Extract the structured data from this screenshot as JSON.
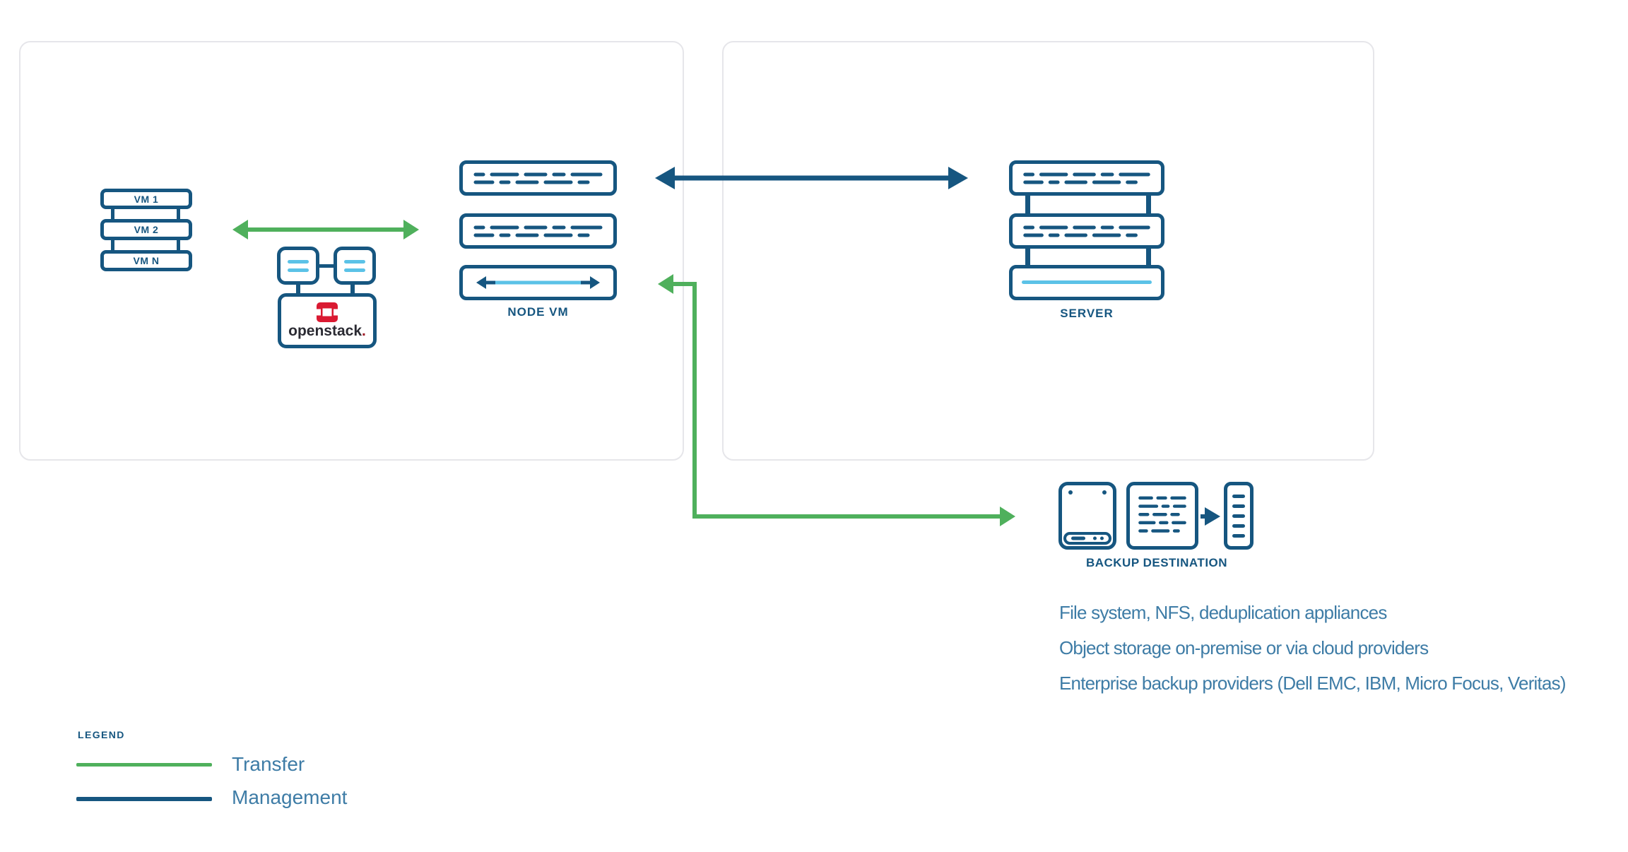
{
  "left_panel": {
    "vms": [
      "VM 1",
      "VM 2",
      "VM N"
    ],
    "openstack_label": "openstack",
    "openstack_dot": ".",
    "node_vm_label": "NODE VM"
  },
  "right_panel": {
    "server_label": "SERVER"
  },
  "backup": {
    "label": "BACKUP DESTINATION",
    "notes": [
      "File system, NFS, deduplication appliances",
      "Object storage on-premise or via cloud providers",
      "Enterprise backup providers (Dell EMC, IBM, Micro Focus, Veritas)"
    ]
  },
  "legend": {
    "title": "LEGEND",
    "items": [
      {
        "label": "Transfer",
        "color": "#4FB05C"
      },
      {
        "label": "Management",
        "color": "#165680"
      }
    ]
  },
  "icons": {
    "vm_stack": "stacked-vm-rack-icon",
    "openstack_cluster": "openstack-cluster-icon",
    "node_vm": "rack-with-dashed-rows-icon",
    "server": "rack-with-dashed-rows-icon",
    "backup_disk": "disk-drive-icon",
    "backup_data": "dashed-data-block-icon",
    "backup_tape": "tape-list-icon"
  },
  "colors": {
    "navy": "#165680",
    "green": "#4FB05C",
    "light_blue": "#5BC2E7",
    "text_blue": "#3E7CA6",
    "openstack_red": "#DA1A32",
    "panel_border": "#E6E6EA"
  }
}
